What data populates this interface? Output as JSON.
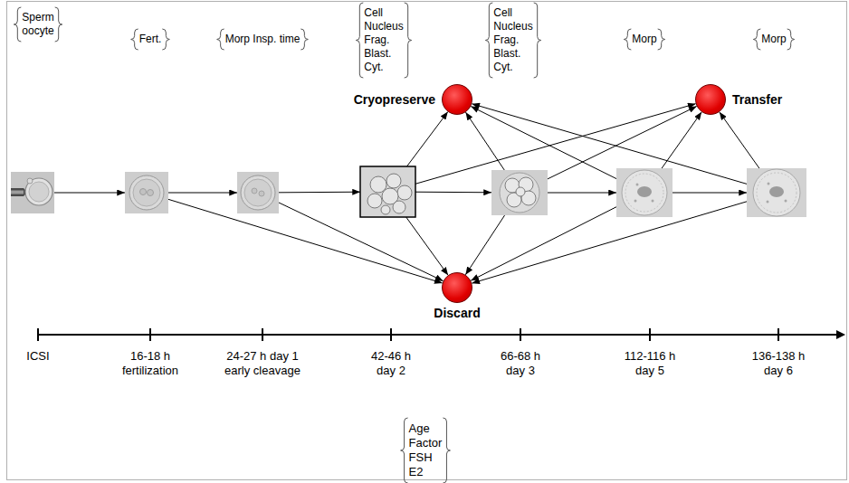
{
  "diagram": {
    "nodes": [
      {
        "text": [
          "Cryopreserve"
        ]
      },
      {
        "text": [
          "Transfer"
        ]
      },
      {
        "text": [
          "Sperm oocyte"
        ]
      },
      {
        "text": [
          "Fert."
        ]
      },
      {
        "text": [
          "Morp Insp. time"
        ]
      },
      {
        "text": [
          "Cell Nucleus Frag. Blast. Cyt."
        ]
      },
      {
        "text": [
          "Cell Nucleus Frag. Blast. Cyt."
        ]
      },
      {
        "text": [
          "Morp"
        ]
      },
      {
        "text": [
          "Morp"
        ]
      },
      {
        "text": [
          "Discard"
        ]
      }
    ],
    "edges": [
      {
        "from": 2,
        "to": 3,
        "arrow": "to"
      },
      {
        "from": 3,
        "to": 4,
        "arrow": "to"
      },
      {
        "from": 4,
        "to": 5,
        "arrow": "to"
      },
      {
        "from": 5,
        "to": 6,
        "arrow": "to"
      },
      {
        "from": 6,
        "to": 7,
        "arrow": "to"
      },
      {
        "from": 7,
        "to": 8,
        "arrow": "to"
      },
      {
        "from": 3,
        "to": 9,
        "arrow": "to"
      },
      {
        "from": 4,
        "to": 9,
        "arrow": "to"
      },
      {
        "from": 5,
        "to": 9,
        "arrow": "to"
      },
      {
        "from": 6,
        "to": 9,
        "arrow": "to"
      },
      {
        "from": 7,
        "to": 9,
        "arrow": "to"
      },
      {
        "from": 8,
        "to": 9,
        "arrow": "to"
      },
      {
        "from": 5,
        "to": 0,
        "arrow": "to"
      },
      {
        "from": 6,
        "to": 0,
        "arrow": "to"
      },
      {
        "from": 7,
        "to": 0,
        "arrow": "to"
      },
      {
        "from": 8,
        "to": 0,
        "arrow": "to"
      },
      {
        "from": 5,
        "to": 1,
        "arrow": "to"
      },
      {
        "from": 6,
        "to": 1,
        "arrow": "to"
      },
      {
        "from": 7,
        "to": 1,
        "arrow": "to"
      },
      {
        "from": 8,
        "to": 1,
        "arrow": "to"
      }
    ],
    "labels": [
      "ICSI",
      "16-18 h fertilization",
      "24-27 h day 1 early cleavage",
      "42-46 h day 2",
      "66-68 h day 3",
      "112-116 h day 5",
      "136-138 h day 6",
      "Age Factor FSH E2"
    ]
  }
}
